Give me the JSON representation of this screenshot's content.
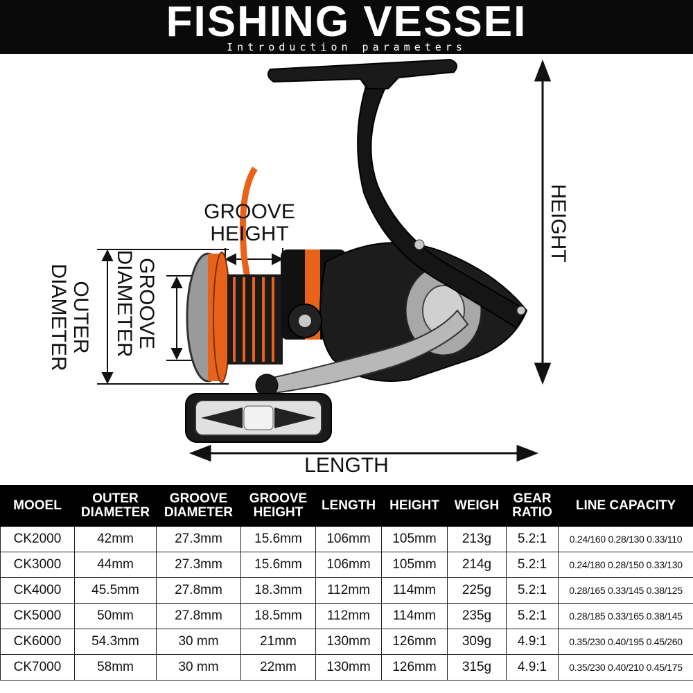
{
  "header": {
    "title": "FISHING VESSEI",
    "subtitle": "Introduction parameters"
  },
  "diagram": {
    "groove_height": [
      "GROOVE",
      "HEIGHT"
    ],
    "groove_diameter": [
      "GROOVE",
      "DIAMETER"
    ],
    "outer_diameter": [
      "OUTER",
      "DIAMETER"
    ],
    "height": "HEIGHT",
    "length": "LENGTH"
  },
  "colors": {
    "accent": "#e8621a",
    "header_bg": "#0a0a0a",
    "reel_body": "#1a1a1a",
    "reel_silver": "#b8b8b8"
  },
  "table": {
    "headers": [
      [
        "MOOEL"
      ],
      [
        "OUTER",
        "DIAMETER"
      ],
      [
        "GROOVE",
        "DIAMETER"
      ],
      [
        "GROOVE",
        "HEIGHT"
      ],
      [
        "LENGTH"
      ],
      [
        "HEIGHT"
      ],
      [
        "WEIGH"
      ],
      [
        "GEAR",
        "RATIO"
      ],
      [
        "LINE CAPACITY"
      ]
    ],
    "rows": [
      [
        "CK2000",
        "42mm",
        "27.3mm",
        "15.6mm",
        "106mm",
        "105mm",
        "213g",
        "5.2:1",
        "0.24/160 0.28/130 0.33/110"
      ],
      [
        "CK3000",
        "44mm",
        "27.3mm",
        "15.6mm",
        "106mm",
        "105mm",
        "214g",
        "5.2:1",
        "0.24/180 0.28/150 0.33/130"
      ],
      [
        "CK4000",
        "45.5mm",
        "27.8mm",
        "18.3mm",
        "112mm",
        "114mm",
        "225g",
        "5.2:1",
        "0.28/165 0.33/145 0.38/125"
      ],
      [
        "CK5000",
        "50mm",
        "27.8mm",
        "18.5mm",
        "112mm",
        "114mm",
        "235g",
        "5.2:1",
        "0.28/185 0.33/165 0.38/145"
      ],
      [
        "CK6000",
        "54.3mm",
        "30 mm",
        "21mm",
        "130mm",
        "126mm",
        "309g",
        "4.9:1",
        "0.35/230 0.40/195 0.45/260"
      ],
      [
        "CK7000",
        "58mm",
        "30 mm",
        "22mm",
        "130mm",
        "126mm",
        "315g",
        "4.9:1",
        "0.35/230 0.40/210 0.45/175"
      ]
    ]
  }
}
